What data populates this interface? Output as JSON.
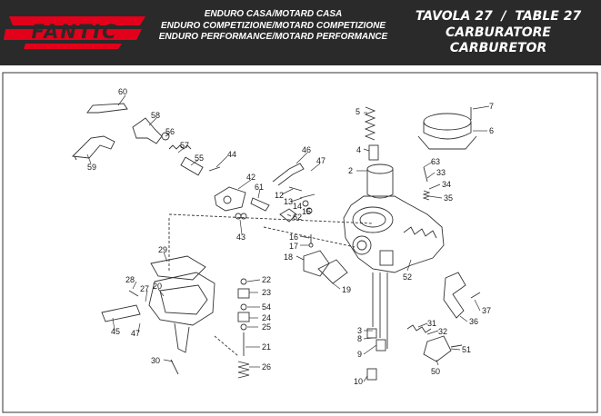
{
  "header": {
    "brand": "FANTIC",
    "models": [
      "ENDURO CASA/MOTARD CASA",
      "ENDURO COMPETIZIONE/MOTARD COMPETIZIONE",
      "ENDURO PERFORMANCE/MOTARD PERFORMANCE"
    ],
    "table_line": "TAVOLA 27  /  TABLE 27",
    "title_it": "CARBURATORE",
    "title_en": "CARBURETOR"
  },
  "colors": {
    "header_bg": "#2a2a2a",
    "brand_red": "#e3001b",
    "header_text": "#ffffff",
    "line": "#333333"
  },
  "labels": {
    "p2": "2",
    "p3": "3",
    "p4": "4",
    "p5": "5",
    "p6": "6",
    "p7": "7",
    "p8": "8",
    "p9": "9",
    "p10": "10",
    "p12": "12",
    "p13": "13",
    "p14": "14",
    "p15": "15",
    "p16": "16",
    "p17": "17",
    "p18": "18",
    "p19": "19",
    "p20": "20",
    "p21": "21",
    "p22": "22",
    "p23": "23",
    "p24": "24",
    "p25": "25",
    "p26": "26",
    "p27": "27",
    "p28": "28",
    "p29": "29",
    "p30": "30",
    "p31": "31",
    "p32": "32",
    "p33": "33",
    "p34": "34",
    "p35": "35",
    "p36": "36",
    "p37": "37",
    "p42": "42",
    "p43": "43",
    "p44": "44",
    "p45": "45",
    "p46": "46",
    "p47a": "47",
    "p47b": "47",
    "p50": "50",
    "p51": "51",
    "p52": "52",
    "p54": "54",
    "p55": "55",
    "p56": "56",
    "p57": "57",
    "p58": "58",
    "p59": "59",
    "p60": "60",
    "p61": "61",
    "p62": "62",
    "p63": "63"
  }
}
